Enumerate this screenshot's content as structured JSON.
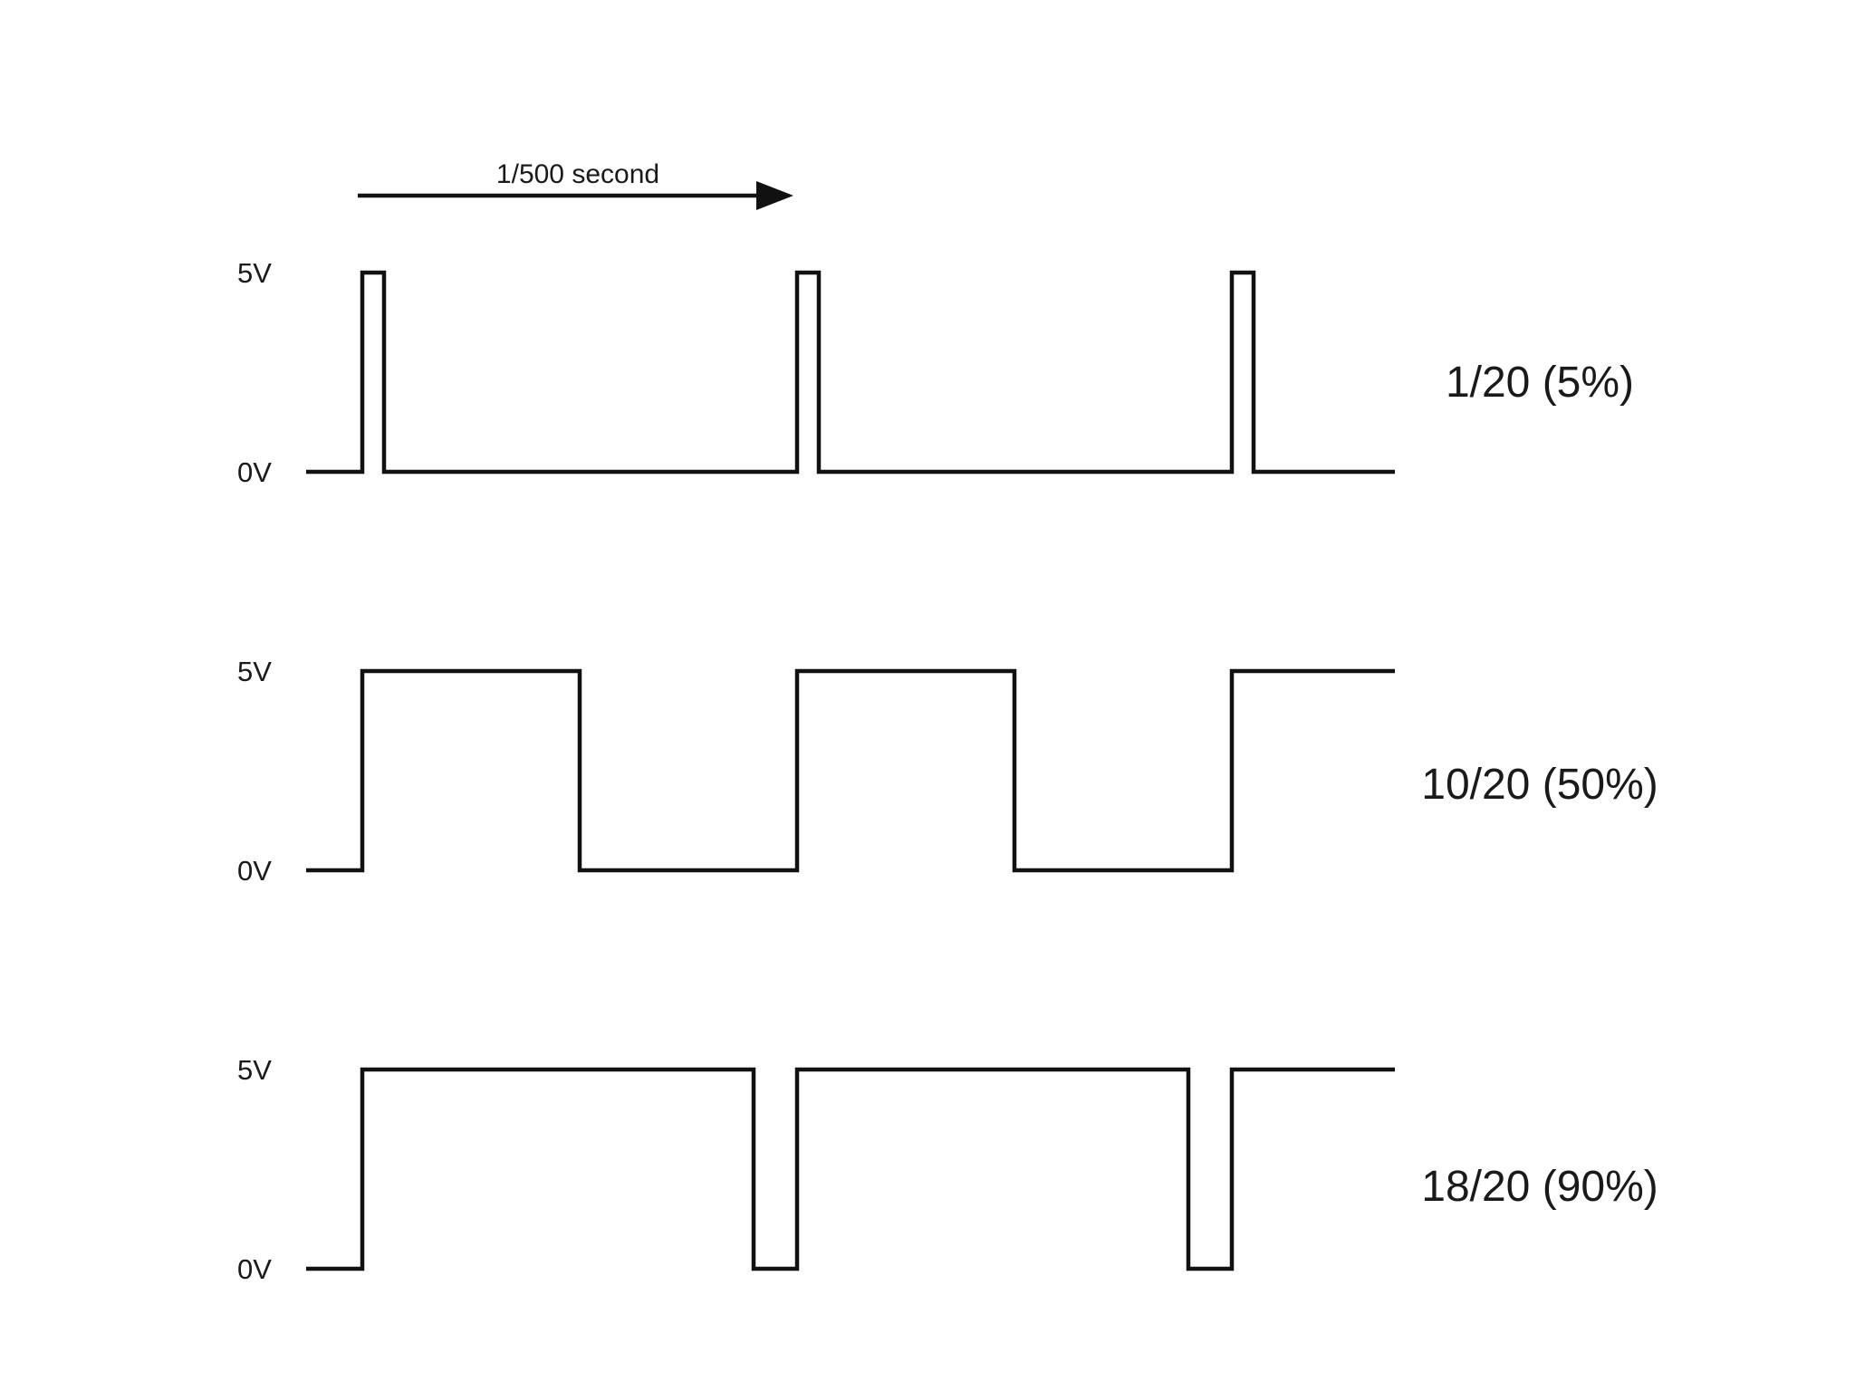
{
  "period_marker": {
    "label": "1/500 second"
  },
  "level_labels": {
    "high": "5V",
    "low": "0V"
  },
  "signals": [
    {
      "duty_label": "1/20 (5%)",
      "duty_fraction": 0.05
    },
    {
      "duty_label": "10/20 (50%)",
      "duty_fraction": 0.5
    },
    {
      "duty_label": "18/20 (90%)",
      "duty_fraction": 0.9
    }
  ],
  "colors": {
    "ink": "#111111",
    "background": "#ffffff"
  }
}
